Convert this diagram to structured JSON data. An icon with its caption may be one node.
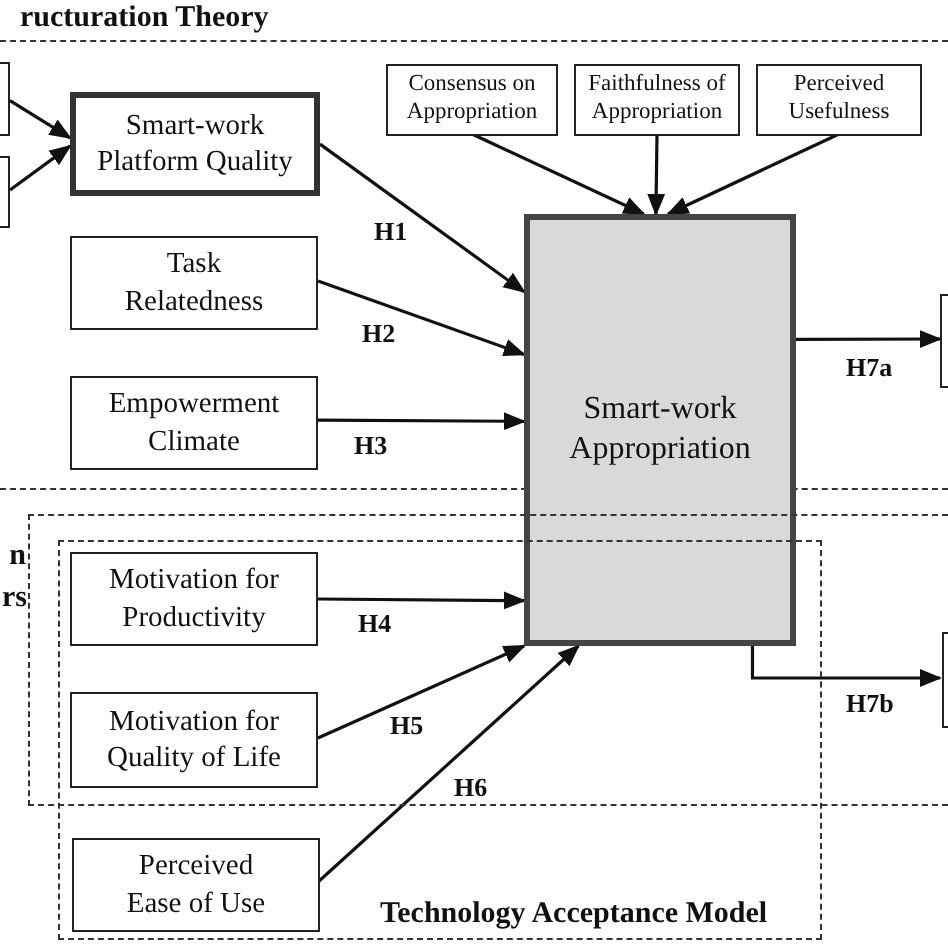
{
  "diagram": {
    "nodes": [
      {
        "text": [
          "ructuration Theory"
        ]
      },
      {
        "text": [],
        "shape": "box",
        "in": 0
      },
      {
        "text": [],
        "shape": "box",
        "in": 0
      },
      {
        "text": [
          "Smart-work Platform Quality"
        ],
        "in": 0
      },
      {
        "text": [
          "Consensus on Appropriation"
        ],
        "in": 0
      },
      {
        "text": [
          "Faithfulness of Appropriation"
        ],
        "in": 0
      },
      {
        "text": [
          "Perceived Usefulness"
        ],
        "in": 0
      },
      {
        "text": [
          "Task Relatedness"
        ],
        "in": 0
      },
      {
        "text": [
          "Empowerment Climate"
        ],
        "in": 0
      },
      {
        "text": [
          "Smart-work Appropriation"
        ]
      },
      {
        "text": [],
        "shape": "box",
        "in": 0
      },
      {
        "text": [
          "n rs"
        ]
      },
      {
        "text": [
          "Technology Acceptance Model"
        ]
      },
      {
        "text": [
          "Motivation for Productivity"
        ]
      },
      {
        "text": [
          "Motivation for Quality of Life"
        ]
      },
      {
        "text": [
          "Perceived Ease of Use"
        ],
        "in": 12
      },
      {
        "text": [],
        "shape": "box",
        "in": 11
      }
    ],
    "edges": [
      {
        "from": 1,
        "to": 3,
        "arrow": "to"
      },
      {
        "from": 2,
        "to": 3,
        "arrow": "to"
      },
      {
        "from": 4,
        "to": 9,
        "arrow": "to"
      },
      {
        "from": 5,
        "to": 9,
        "arrow": "to"
      },
      {
        "from": 6,
        "to": 9,
        "arrow": "to"
      },
      {
        "from": 3,
        "to": 9,
        "label": "H1",
        "arrow": "to"
      },
      {
        "from": 7,
        "to": 9,
        "label": "H2",
        "arrow": "to"
      },
      {
        "from": 8,
        "to": 9,
        "label": "H3",
        "arrow": "to"
      },
      {
        "from": 13,
        "to": 9,
        "label": "H4",
        "arrow": "to"
      },
      {
        "from": 14,
        "to": 9,
        "label": "H5",
        "arrow": "to"
      },
      {
        "from": 15,
        "to": 9,
        "label": "H6",
        "arrow": "to"
      },
      {
        "from": 9,
        "to": 10,
        "label": "H7a",
        "arrow": "to"
      },
      {
        "from": 9,
        "to": 16,
        "label": "H7b",
        "arrow": "to"
      }
    ]
  }
}
